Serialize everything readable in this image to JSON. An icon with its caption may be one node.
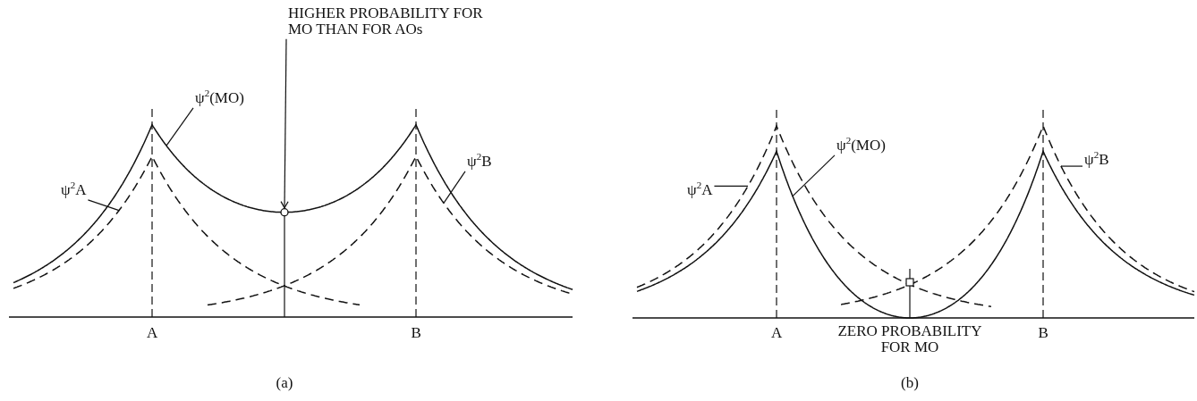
{
  "diagram": {
    "nodes": [
      {
        "text": [
          "HIGHER PROBABILITY FOR MO THAN FOR AOs"
        ]
      },
      {
        "text": [],
        "shape": "circle"
      },
      {
        "text": [
          "ψ$^{2}$(MO)"
        ]
      },
      {
        "text": [
          "ψ$^{2}$A"
        ]
      },
      {
        "text": [
          "ψ$^{2}$B"
        ]
      },
      {
        "text": [
          "ψ$^{2}$(MO)"
        ]
      },
      {
        "text": [
          "ψ$^{2}$A"
        ]
      },
      {
        "text": [
          "ψ$^{2}$B"
        ]
      }
    ],
    "edges": [
      {
        "from": 0,
        "to": 1,
        "arrow": "to"
      },
      {
        "from": 2,
        "to": null,
        "arrow": "none"
      },
      {
        "from": 3,
        "to": null,
        "arrow": "none"
      },
      {
        "from": 4,
        "to": null,
        "arrow": "none"
      },
      {
        "from": 5,
        "to": null,
        "arrow": "none"
      },
      {
        "from": 6,
        "to": null,
        "arrow": "none"
      },
      {
        "from": 7,
        "to": null,
        "arrow": "none"
      }
    ],
    "labels": [
      "A",
      "B",
      "(a)",
      "A",
      "ZERO PROBABILITY FOR MO",
      "B",
      "(b)"
    ]
  }
}
